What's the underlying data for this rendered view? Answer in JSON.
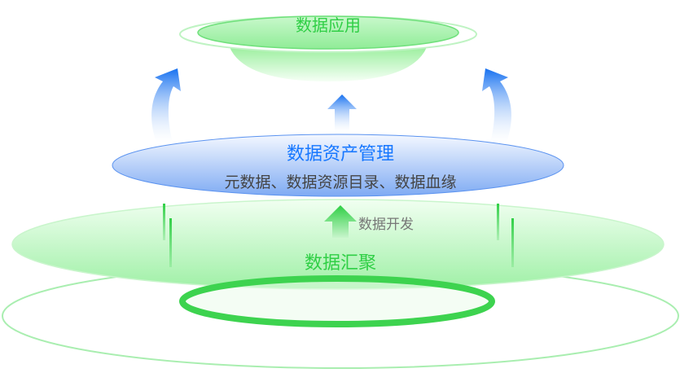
{
  "layers": {
    "top": {
      "title": "数据应用"
    },
    "middle": {
      "title": "数据资产管理",
      "subtitle": "元数据、数据资源目录、数据血缘"
    },
    "bottom": {
      "title": "数据汇聚"
    }
  },
  "arrow_labels": {
    "develop": "数据开发"
  },
  "colors": {
    "green": "#2fcf45",
    "blue": "#1677ff",
    "gray_text": "#444444",
    "label_gray": "#777777"
  }
}
